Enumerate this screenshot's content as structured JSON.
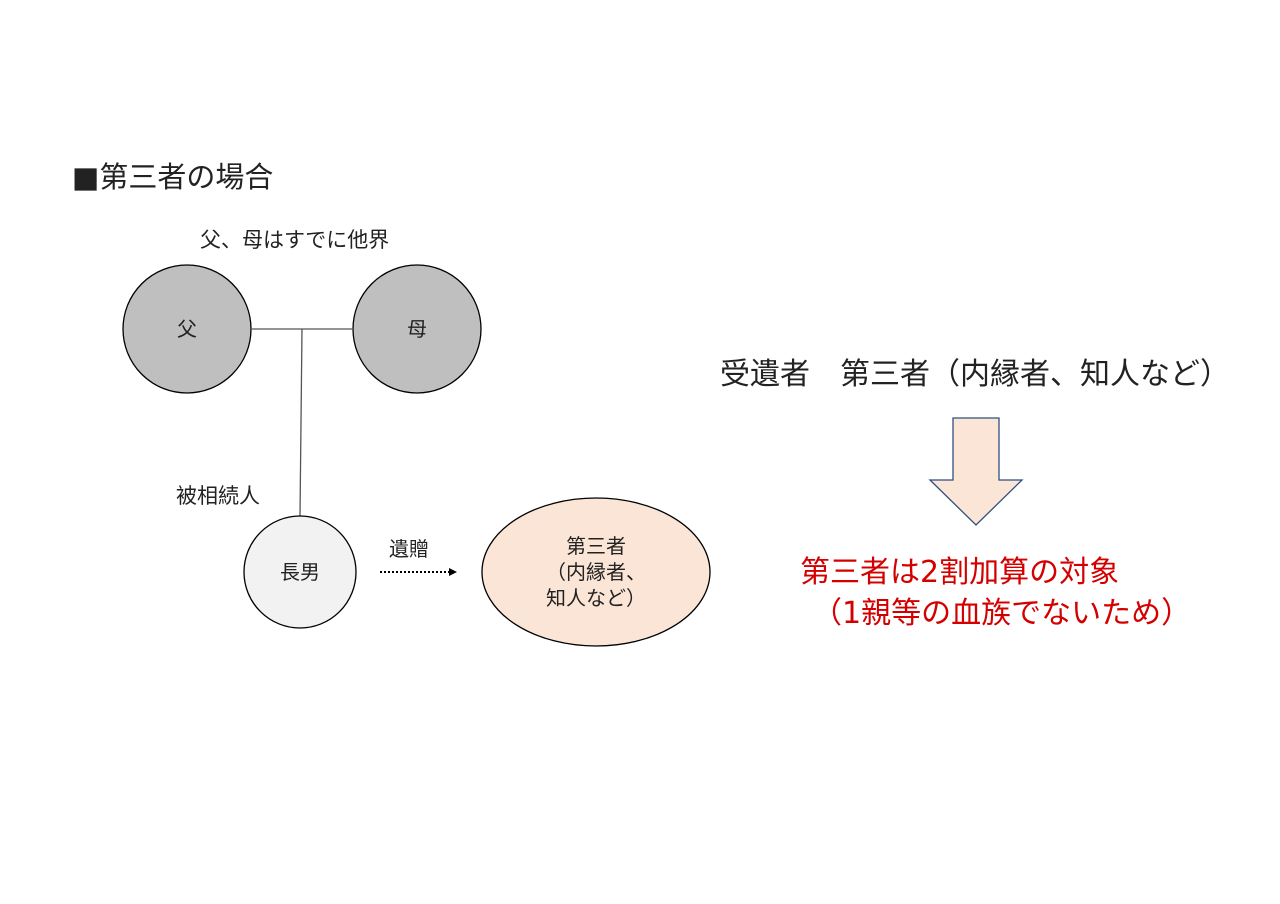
{
  "title": "■第三者の場合",
  "note": "父、母はすでに他界",
  "nodes": {
    "father": "父",
    "mother": "母",
    "son": "長男",
    "third_party": [
      "第三者",
      "（内縁者、",
      "知人など）"
    ]
  },
  "labels": {
    "deceased": "被相続人",
    "bequest": "遺贈"
  },
  "right": {
    "recipient": "受遺者　第三者（内縁者、知人など）",
    "result_line1": "第三者は2割加算の対象",
    "result_line2": "（1親等の血族でないため）"
  },
  "colors": {
    "parent_fill": "#bfbfbf",
    "son_fill": "#f2f2f2",
    "third_fill": "#fbe5d6",
    "arrow_fill": "#fbe5d6",
    "arrow_stroke": "#2f4f7f",
    "result_text": "#d40000"
  }
}
